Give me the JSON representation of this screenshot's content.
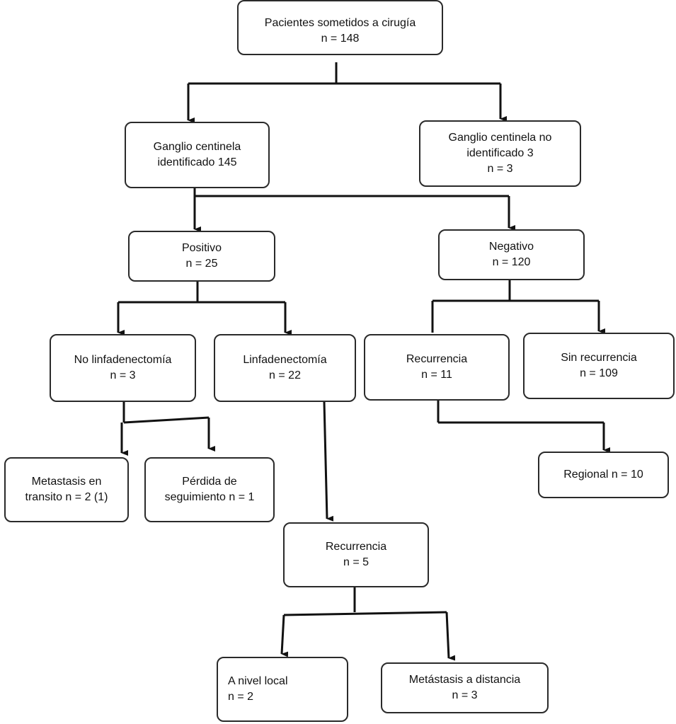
{
  "nodes": {
    "root": {
      "lines": [
        "Pacientes sometidos a  cirugía",
        "n = 148"
      ]
    },
    "gc_identificado": {
      "lines": [
        "Ganglio centinela",
        "identificado 145"
      ]
    },
    "gc_no_identificado": {
      "lines": [
        "Ganglio centinela no",
        "identificado 3",
        "n = 3"
      ]
    },
    "positivo": {
      "lines": [
        "Positivo",
        "n = 25"
      ]
    },
    "negativo": {
      "lines": [
        "Negativo",
        "n = 120"
      ]
    },
    "no_linfadenectomia": {
      "lines": [
        "No linfadenectomía",
        "n = 3"
      ]
    },
    "linfadenectomia": {
      "lines": [
        "Linfadenectomía",
        "n = 22"
      ]
    },
    "recurrencia_negativo": {
      "lines": [
        "Recurrencia",
        "n = 11"
      ]
    },
    "sin_recurrencia": {
      "lines": [
        "Sin recurrencia",
        "n = 109"
      ]
    },
    "metastasis_transito": {
      "lines": [
        "Metastasis en",
        "transito n = 2 (1)"
      ]
    },
    "perdida_seguimiento": {
      "lines": [
        "Pérdida de",
        "seguimiento n = 1"
      ]
    },
    "regional": {
      "lines": [
        "Regional n = 10"
      ]
    },
    "recurrencia_linfadenectomia": {
      "lines": [
        "Recurrencia",
        "n = 5"
      ]
    },
    "nivel_local": {
      "lines": [
        "A nivel local",
        "n = 2"
      ]
    },
    "metastasis_distancia": {
      "lines": [
        "Metástasis a distancia",
        "n = 3"
      ]
    }
  }
}
